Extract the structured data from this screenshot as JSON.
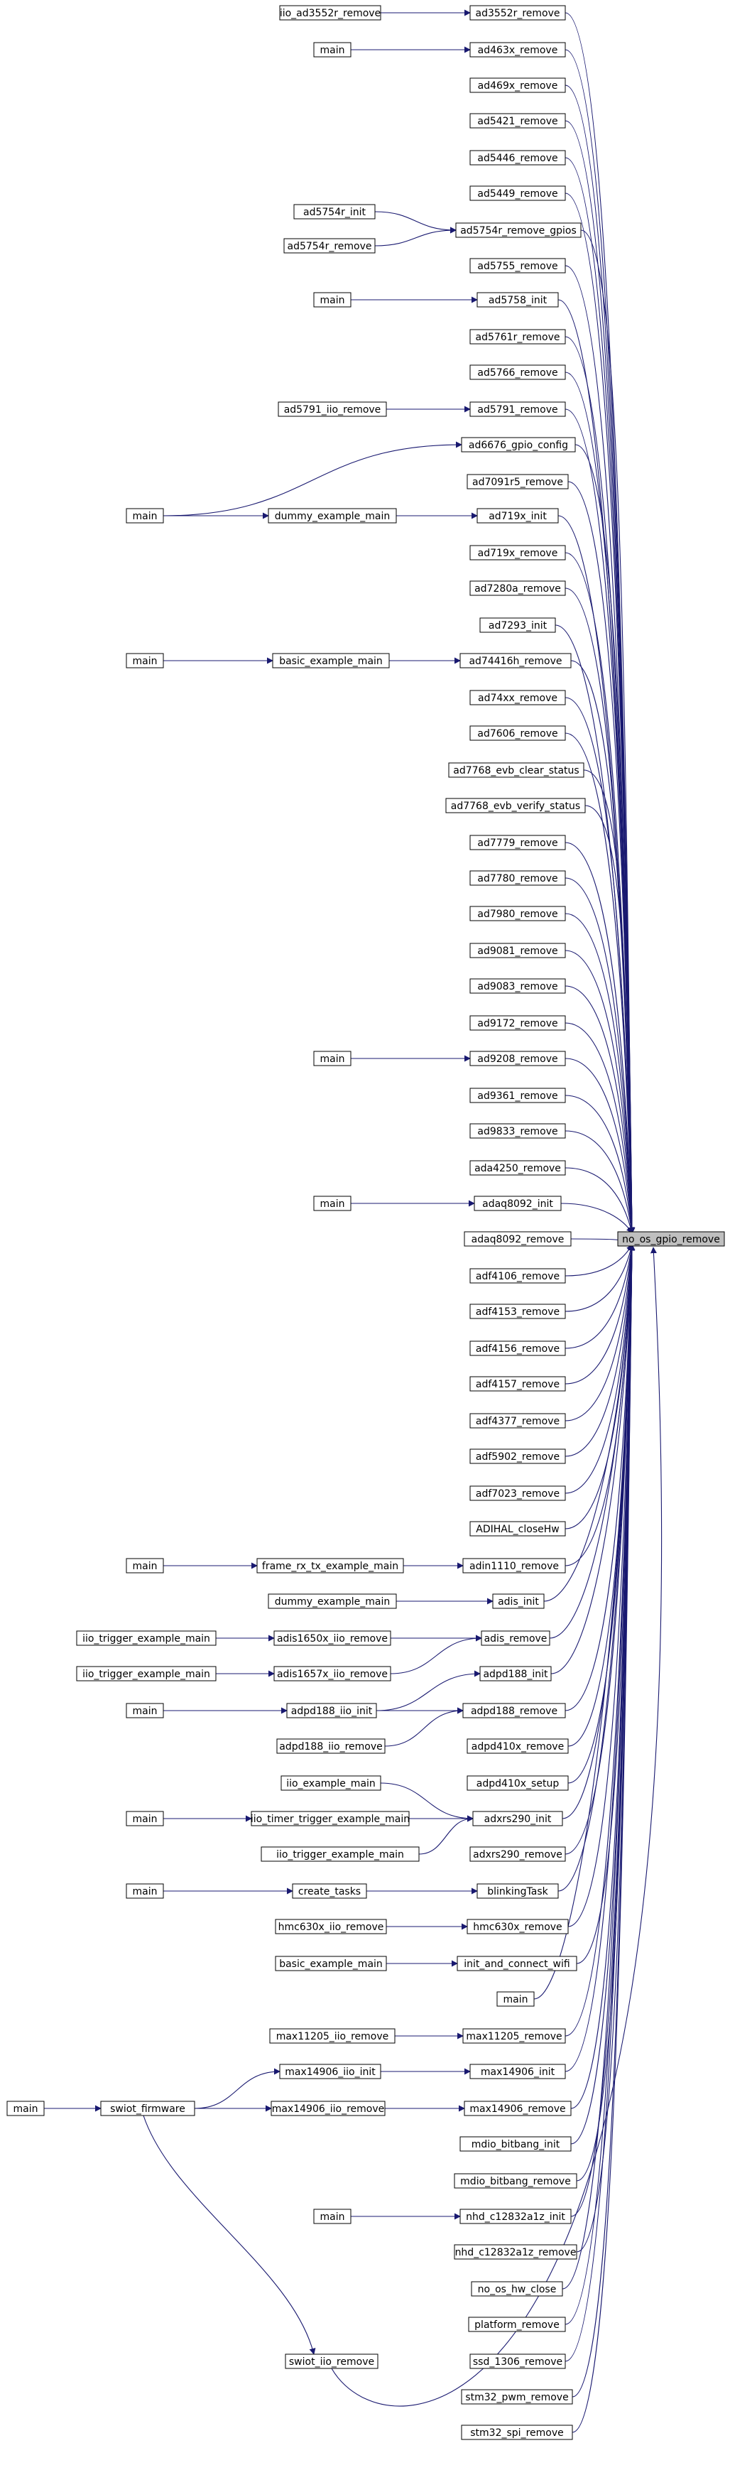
{
  "graph": {
    "target": "no_os_gpio_remove",
    "colors": {
      "edge": "#191970",
      "node_border": "#000000",
      "target_fill": "#bfbfbf"
    },
    "nodes": [
      "iio_ad3552r_remove",
      "ad3552r_remove",
      "main",
      "ad463x_remove",
      "ad469x_remove",
      "ad5421_remove",
      "ad5446_remove",
      "ad5449_remove",
      "ad5754r_init",
      "ad5754r_remove",
      "ad5754r_remove_gpios",
      "ad5755_remove",
      "ad5758_init",
      "ad5761r_remove",
      "ad5766_remove",
      "ad5791_iio_remove",
      "ad5791_remove",
      "ad6676_gpio_config",
      "ad7091r5_remove",
      "dummy_example_main",
      "ad719x_init",
      "ad719x_remove",
      "ad7280a_remove",
      "ad7293_init",
      "basic_example_main",
      "ad74416h_remove",
      "ad74xx_remove",
      "ad7606_remove",
      "ad7768_evb_clear_status",
      "ad7768_evb_verify_status",
      "ad7779_remove",
      "ad7780_remove",
      "ad7980_remove",
      "ad9081_remove",
      "ad9083_remove",
      "ad9172_remove",
      "ad9208_remove",
      "ad9361_remove",
      "ad9833_remove",
      "ada4250_remove",
      "adaq8092_init",
      "adaq8092_remove",
      "adf4106_remove",
      "adf4153_remove",
      "adf4156_remove",
      "adf4157_remove",
      "adf4377_remove",
      "adf5902_remove",
      "adf7023_remove",
      "ADIHAL_closeHw",
      "frame_rx_tx_example_main",
      "adin1110_remove",
      "adis_init",
      "iio_trigger_example_main",
      "adis1650x_iio_remove",
      "adis_remove",
      "adis1657x_iio_remove",
      "adpd188_init",
      "adpd188_iio_init",
      "adpd188_remove",
      "adpd188_iio_remove",
      "adpd410x_remove",
      "adpd410x_setup",
      "iio_example_main",
      "iio_timer_trigger_example_main",
      "adxrs290_init",
      "adxrs290_remove",
      "create_tasks",
      "blinkingTask",
      "hmc630x_iio_remove",
      "hmc630x_remove",
      "init_and_connect_wifi",
      "max11205_iio_remove",
      "max11205_remove",
      "max14906_iio_init",
      "max14906_init",
      "swiot_firmware",
      "max14906_iio_remove",
      "max14906_remove",
      "mdio_bitbang_init",
      "mdio_bitbang_remove",
      "nhd_c12832a1z_init",
      "nhd_c12832a1z_remove",
      "no_os_hw_close",
      "platform_remove",
      "swiot_iio_remove",
      "ssd_1306_remove",
      "stm32_pwm_remove",
      "stm32_spi_remove",
      "no_os_gpio_remove"
    ]
  }
}
